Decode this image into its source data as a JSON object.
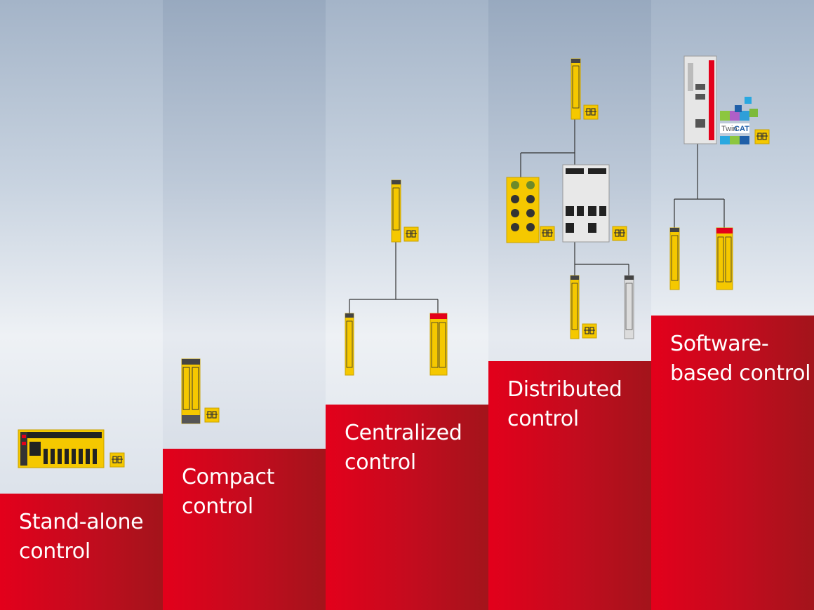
{
  "columns": [
    {
      "id": "stand-alone",
      "label_lines": [
        "Stand-alone",
        "control"
      ]
    },
    {
      "id": "compact",
      "label_lines": [
        "Compact",
        "control"
      ]
    },
    {
      "id": "centralized",
      "label_lines": [
        "Centralized",
        "control"
      ]
    },
    {
      "id": "distributed",
      "label_lines": [
        "Distributed",
        "control"
      ]
    },
    {
      "id": "software-based",
      "label_lines": [
        "Software-",
        "based control"
      ]
    }
  ],
  "software_logo": {
    "text_1": "Twin",
    "text_2": "CAT"
  },
  "colors": {
    "safety_yellow": "#f5c800",
    "brand_red": "#e3001b",
    "dark_red": "#a3141b",
    "module_dark": "#2b2b2b",
    "wire": "#333333"
  }
}
